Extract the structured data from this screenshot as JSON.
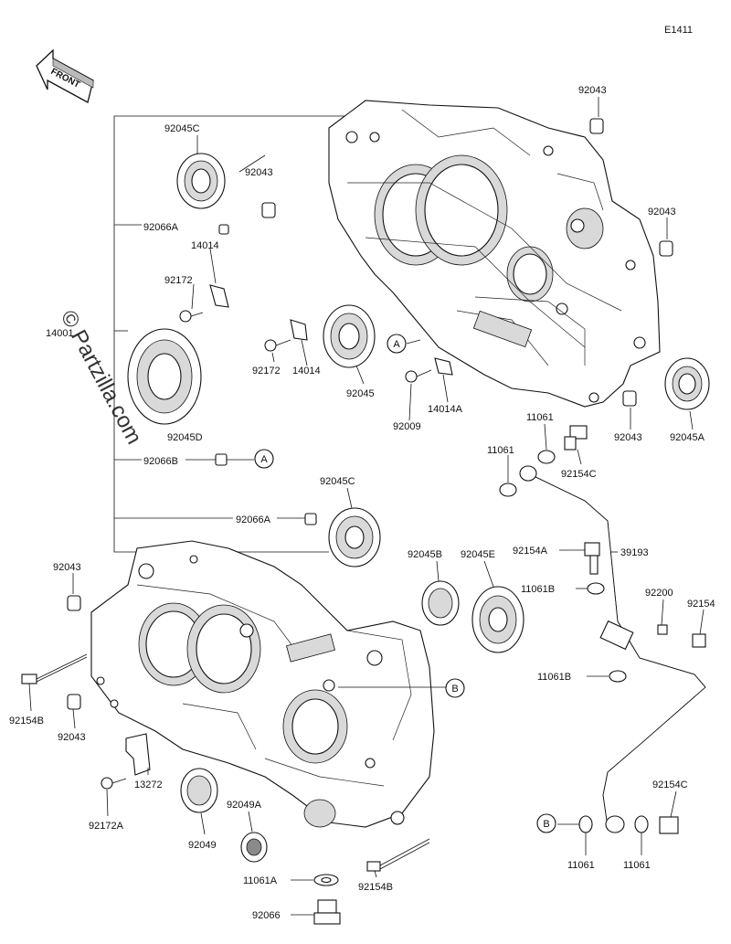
{
  "diagram_id": "E1411",
  "watermark": "© Partzilla.com",
  "front_label": "FRONT",
  "labels": {
    "p92043_top": "92043",
    "p92045C_top": "92045C",
    "p92043_a": "92043",
    "p92066A_top": "92066A",
    "p14014_top": "14014",
    "p92172_top": "92172",
    "p14001": "14001",
    "p92045D": "92045D",
    "p92172_mid": "92172",
    "p14014_mid": "14014",
    "p92045": "92045",
    "p92009": "92009",
    "p14014A": "14014A",
    "p92043_right": "92043",
    "p92043_right_low": "92043",
    "p92045A": "92045A",
    "p92066B": "92066B",
    "p92045C_mid": "92045C",
    "p92066A_mid": "92066A",
    "p92043_left": "92043",
    "p92045B": "92045B",
    "p92045E": "92045E",
    "p92154B_left": "92154B",
    "p92043_left_low": "92043",
    "p92172A": "92172A",
    "p13272": "13272",
    "p92049": "92049",
    "p92049A": "92049A",
    "p11061A": "11061A",
    "p92066": "92066",
    "p92154B_bottom": "92154B",
    "p11061_top": "11061",
    "p11061_left": "11061",
    "p92154C_top": "92154C",
    "p92154A": "92154A",
    "p39193": "39193",
    "p11061B_a": "11061B",
    "p92200": "92200",
    "p92154": "92154",
    "p11061B_b": "11061B",
    "p92154C_bottom": "92154C",
    "p11061_bot_a": "11061",
    "p11061_bot_b": "11061"
  },
  "callouts": {
    "A1": "A",
    "A2": "A",
    "B1": "B",
    "B2": "B"
  }
}
